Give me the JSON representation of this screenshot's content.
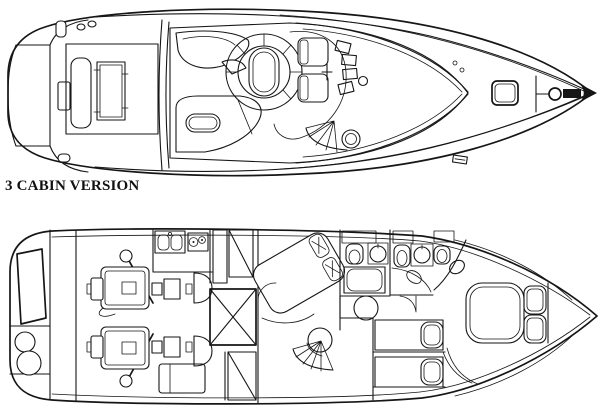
{
  "page": {
    "paper_color": "#ffffff",
    "ink_color": "#161616"
  },
  "figure": {
    "caption": "3 CABIN VERSION",
    "views": [
      {
        "id": "deck-plan",
        "label": "flybridge and main deck plan (bow right)"
      },
      {
        "id": "lower-deck-plan",
        "label": "lower deck 3 cabin layout (bow right)"
      }
    ],
    "icons": [
      "anchor-icon",
      "windlass-icon",
      "deck-hatch-icon",
      "engine-icon",
      "propeller-shaft-icon",
      "fuel-tank-x-icon",
      "sink-icon",
      "stove-icon",
      "toilet-icon",
      "shower-icon",
      "bed-icon",
      "stairs-fan-icon"
    ]
  }
}
